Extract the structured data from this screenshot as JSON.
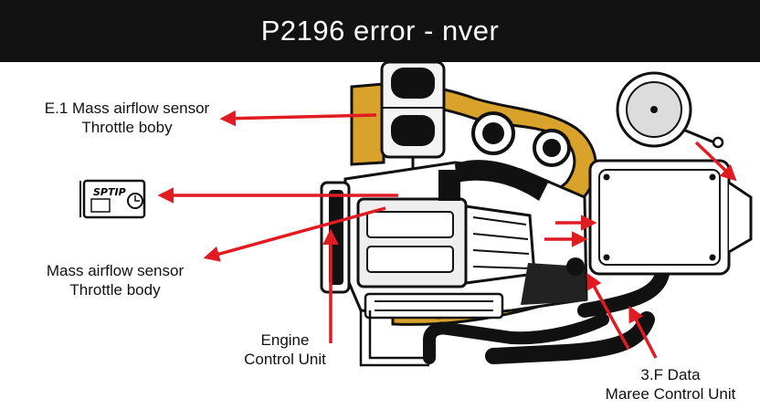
{
  "title": "P2196 error - nver",
  "labels": {
    "top_left_line1": "E.1 Mass airflow sensor",
    "top_left_line2": "Throttle boby",
    "mid_left_line1": "Mass airflow sensor",
    "mid_left_line2": "Throttle body",
    "bottom_center_line1": "Engine",
    "bottom_center_line2": "Control Unit",
    "bottom_right_line1": "3.F Data",
    "bottom_right_line2": "Maree Control Unit",
    "sensor_plate_text": "SPTIP"
  },
  "colors": {
    "arrow": "#e01b22",
    "pipe_gold": "#d9a22b",
    "title_bg": "#121212",
    "line": "#111111"
  }
}
